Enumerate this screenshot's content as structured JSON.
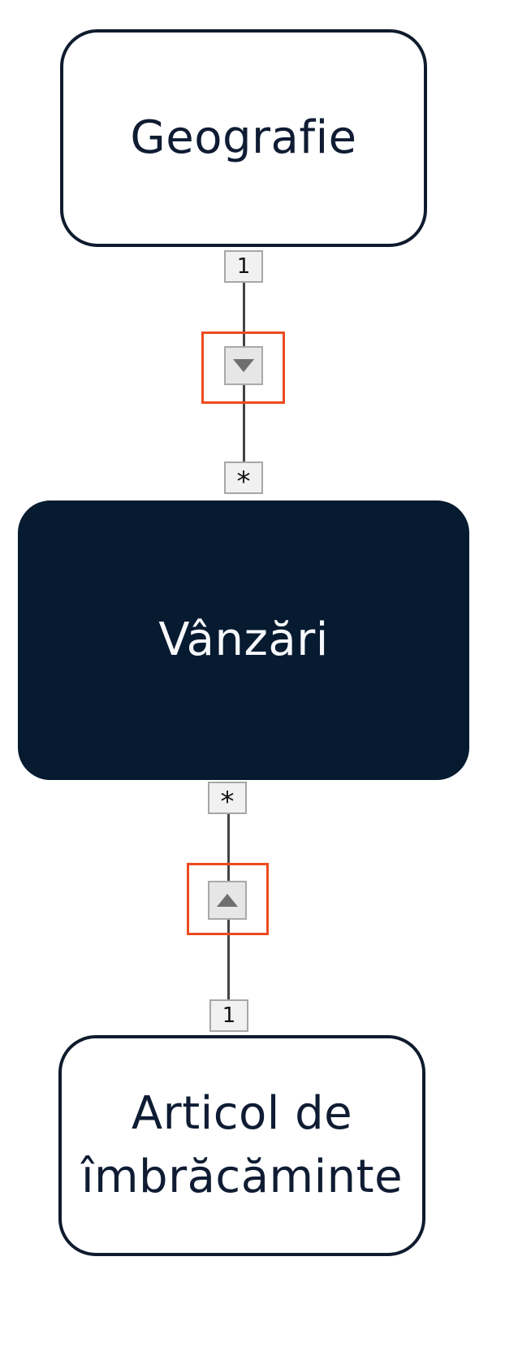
{
  "tables": {
    "top": {
      "label": "Geografie"
    },
    "middle": {
      "label": "Vânzări"
    },
    "bottom": {
      "label": "Articol de\nîmbrăcăminte"
    }
  },
  "relationships": [
    {
      "from_card": "1",
      "to_card": "*",
      "filter_direction": "down",
      "filter_icon": "triangle-down-icon"
    },
    {
      "from_card": "*",
      "to_card": "1",
      "filter_direction": "up",
      "filter_icon": "triangle-up-icon"
    }
  ],
  "colors": {
    "highlight": "#ee4a1f",
    "dark_node": "#061a30",
    "light_node_border": "#0f1b2d",
    "line": "#444444"
  }
}
